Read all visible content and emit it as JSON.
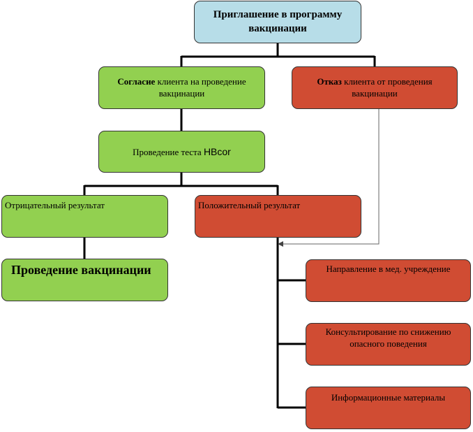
{
  "nodes": {
    "invitation": {
      "line1": "Приглашение в программу",
      "line2": "вакцинации"
    },
    "consent": {
      "bold": "Согласие",
      "rest": " клиента на проведение",
      "line2": "вакцинации"
    },
    "refusal": {
      "bold": "Отказ",
      "rest": " клиента от проведения",
      "line2": "вакцинации"
    },
    "test": {
      "text": "Проведение теста ",
      "code": "HBcor"
    },
    "negative": {
      "text": "Отрицательный результат"
    },
    "positive": {
      "text": "Положительный результат"
    },
    "vaccination": {
      "text": "Проведение вакцинации"
    },
    "referral": {
      "text": "Направление в мед. учреждение"
    },
    "counseling": {
      "line1": "Консультирование по снижению",
      "line2": "опасного поведения"
    },
    "materials": {
      "text": "Информационные материалы"
    }
  },
  "colors": {
    "top": "#b7dde8",
    "green": "#92d050",
    "red": "#d04c33",
    "connector": "#000000",
    "arrow": "#555555"
  }
}
